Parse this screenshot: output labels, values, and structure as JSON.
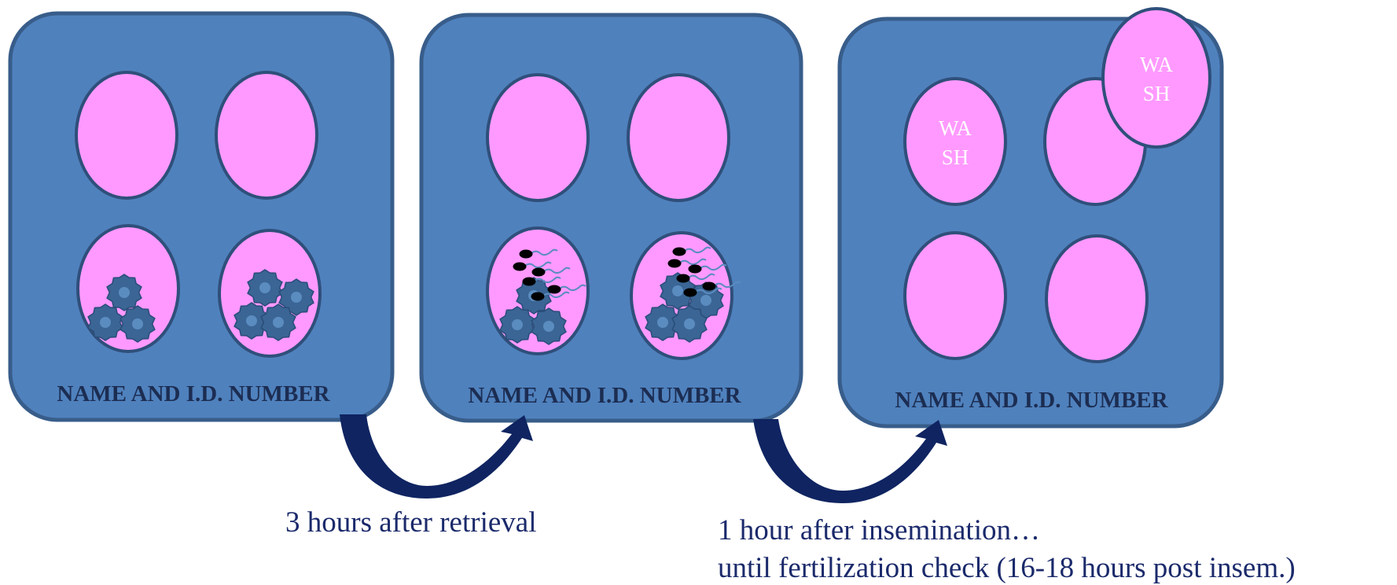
{
  "colors": {
    "background": "#ffffff",
    "dish_fill": "#4f81bd",
    "dish_stroke": "#385d8a",
    "well_fill": "#ff99ff",
    "well_stroke": "#2f4f7a",
    "cell_fill": "#3a6595",
    "cell_nucleus": "#5b8cc0",
    "arrow": "#0f2461",
    "caption": "#1b2a6b",
    "sperm_head": "#000000",
    "sperm_tail": "#5b8cc0"
  },
  "dishes": [
    {
      "label": "NAME AND I.D. NUMBER"
    },
    {
      "label": "NAME AND I.D. NUMBER"
    },
    {
      "label": "NAME AND I.D. NUMBER"
    }
  ],
  "wash_labels": [
    {
      "line1": "WA",
      "line2": "SH"
    },
    {
      "line1": "WA",
      "line2": "SH"
    }
  ],
  "captions": {
    "step1": "3 hours after retrieval",
    "step2_line1": "1 hour after insemination…",
    "step2_line2": "until fertilization check (16-18 hours post insem.)"
  },
  "icons": {
    "cell": "oocyte-cumulus-cell-icon",
    "sperm": "sperm-icon",
    "arrow": "curved-arrow-icon"
  }
}
